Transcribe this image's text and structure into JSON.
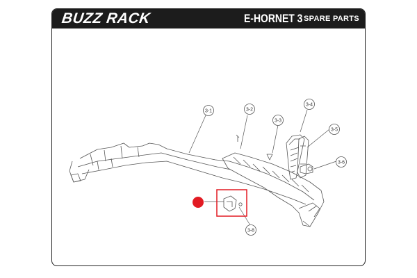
{
  "header": {
    "brand": "BUZZ RACK",
    "model": "E-HORNET 3",
    "subtitle": "SPARE PARTS"
  },
  "callouts": [
    {
      "id": "3-1",
      "label": "3-1"
    },
    {
      "id": "3-2",
      "label": "3-2"
    },
    {
      "id": "3-3",
      "label": "3-3"
    },
    {
      "id": "3-4",
      "label": "3-4"
    },
    {
      "id": "3-5",
      "label": "3-5"
    },
    {
      "id": "3-6",
      "label": "3-6"
    },
    {
      "id": "3-8",
      "label": "3-8"
    }
  ],
  "colors": {
    "header_bg": "#1c1c1c",
    "highlight_box": "#e21b23",
    "marker_dot": "#e21b23"
  }
}
